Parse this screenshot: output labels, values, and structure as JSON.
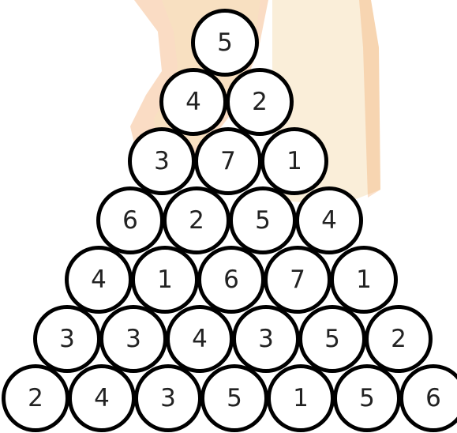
{
  "colors": {
    "background": "#ffffff",
    "circle_fill": "#ffffff",
    "circle_border": "#000000",
    "number_text": "#222222",
    "watermark_orange": "#f29a57",
    "watermark_cream": "#f6e3c0"
  },
  "pyramid": {
    "rows": [
      [
        "5"
      ],
      [
        "4",
        "2"
      ],
      [
        "3",
        "7",
        "1"
      ],
      [
        "6",
        "2",
        "5",
        "4"
      ],
      [
        "4",
        "1",
        "6",
        "7",
        "1"
      ],
      [
        "3",
        "3",
        "4",
        "3",
        "5",
        "2"
      ],
      [
        "2",
        "4",
        "3",
        "5",
        "1",
        "5",
        "6"
      ]
    ]
  }
}
